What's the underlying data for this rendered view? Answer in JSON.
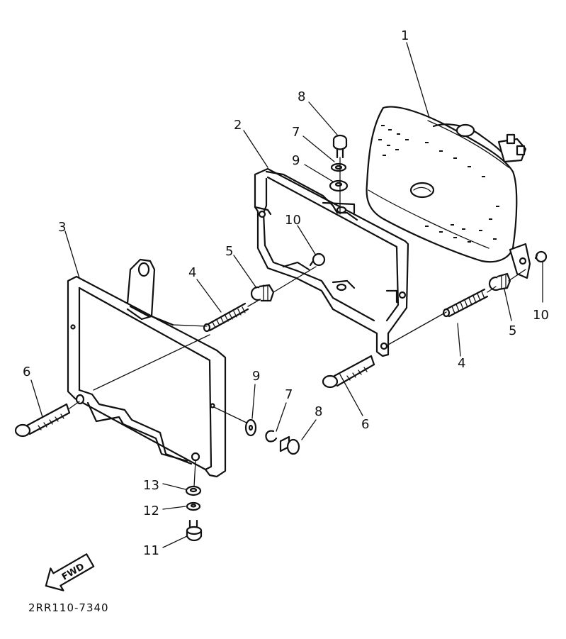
{
  "labels": {
    "l1": "1",
    "l2": "2",
    "l3": "3",
    "l4a": "4",
    "l4b": "4",
    "l5a": "5",
    "l5b": "5",
    "l6a": "6",
    "l6b": "6",
    "l7a": "7",
    "l7b": "7",
    "l8a": "8",
    "l8b": "8",
    "l9a": "9",
    "l9b": "9",
    "l10a": "10",
    "l10b": "10",
    "l11": "11",
    "l12": "12",
    "l13": "13"
  },
  "fwd_label": "FWD",
  "diagram_code": "2RR110-7340"
}
